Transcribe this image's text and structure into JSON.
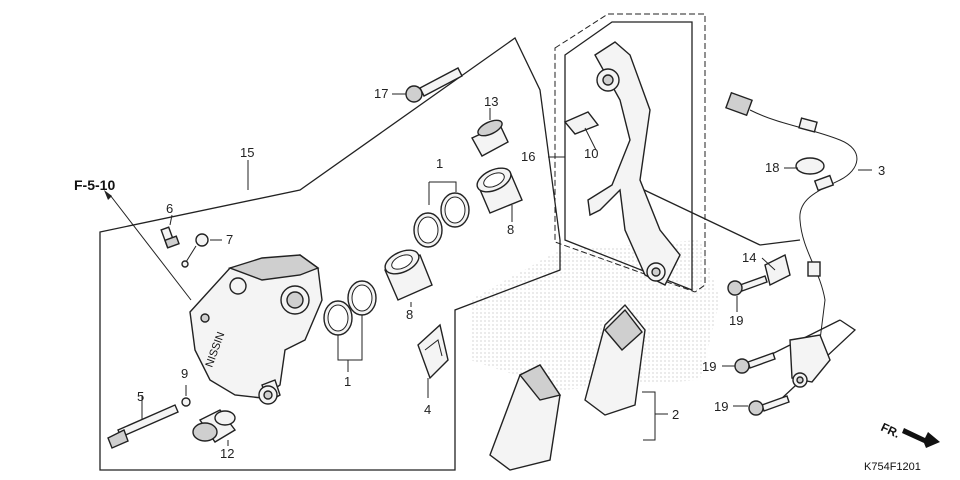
{
  "diagram": {
    "reference": "F-5-10",
    "code": "K754F1201",
    "direction": "FR.",
    "callouts": [
      {
        "id": "c1a",
        "text": "1"
      },
      {
        "id": "c1b",
        "text": "1"
      },
      {
        "id": "c2",
        "text": "2"
      },
      {
        "id": "c3",
        "text": "3"
      },
      {
        "id": "c4",
        "text": "4"
      },
      {
        "id": "c5",
        "text": "5"
      },
      {
        "id": "c6",
        "text": "6"
      },
      {
        "id": "c7",
        "text": "7"
      },
      {
        "id": "c8a",
        "text": "8"
      },
      {
        "id": "c8b",
        "text": "8"
      },
      {
        "id": "c9",
        "text": "9"
      },
      {
        "id": "c10",
        "text": "10"
      },
      {
        "id": "c12",
        "text": "12"
      },
      {
        "id": "c13",
        "text": "13"
      },
      {
        "id": "c14",
        "text": "14"
      },
      {
        "id": "c15",
        "text": "15"
      },
      {
        "id": "c16",
        "text": "16"
      },
      {
        "id": "c17",
        "text": "17"
      },
      {
        "id": "c18",
        "text": "18"
      },
      {
        "id": "c19a",
        "text": "19"
      },
      {
        "id": "c19b",
        "text": "19"
      },
      {
        "id": "c19c",
        "text": "19"
      }
    ]
  }
}
